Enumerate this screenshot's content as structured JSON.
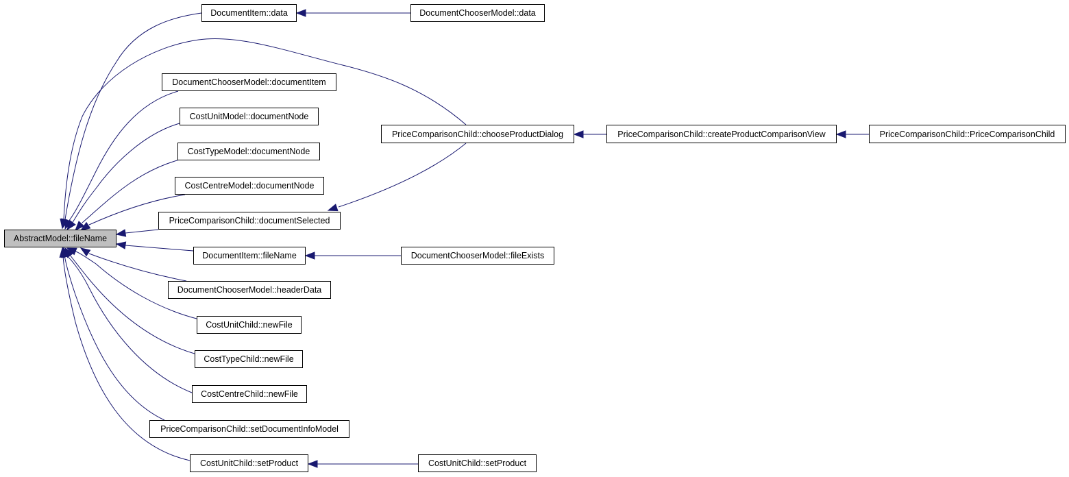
{
  "graph": {
    "edge_color": "#191970",
    "root_fill": "#bfbfbf",
    "nodes": {
      "root": "AbstractModel::fileName",
      "doc_item_data": "DocumentItem::data",
      "doc_chooser_data": "DocumentChooserModel::data",
      "doc_chooser_document_item": "DocumentChooserModel::documentItem",
      "cost_unit_model_document_node": "CostUnitModel::documentNode",
      "cost_type_model_document_node": "CostTypeModel::documentNode",
      "cost_centre_model_document_node": "CostCentreModel::documentNode",
      "price_comparison_document_selected": "PriceComparisonChild::documentSelected",
      "doc_item_file_name": "DocumentItem::fileName",
      "doc_chooser_header_data": "DocumentChooserModel::headerData",
      "cost_unit_child_new_file": "CostUnitChild::newFile",
      "cost_type_child_new_file": "CostTypeChild::newFile",
      "cost_centre_child_new_file": "CostCentreChild::newFile",
      "price_comparison_set_document_info_model": "PriceComparisonChild::setDocumentInfoModel",
      "cost_unit_child_set_product": "CostUnitChild::setProduct",
      "price_comparison_choose_product_dialog": "PriceComparisonChild::chooseProductDialog",
      "price_comparison_create_view": "PriceComparisonChild::createProductComparisonView",
      "price_comparison_constructor": "PriceComparisonChild::PriceComparisonChild",
      "doc_chooser_file_exists": "DocumentChooserModel::fileExists",
      "cost_unit_child_set_product_caller": "CostUnitChild::setProduct"
    }
  }
}
